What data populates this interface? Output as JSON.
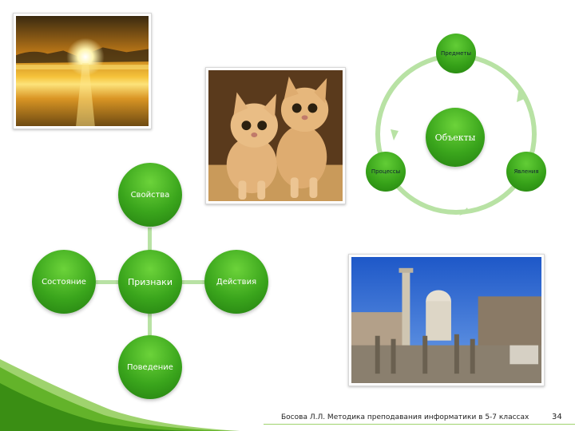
{
  "objects_cycle": {
    "center": "Объекты",
    "top": "Предметы",
    "left": "Процессы",
    "right": "Явления"
  },
  "features_diagram": {
    "center": "Признаки",
    "top": "Свойства",
    "left": "Состояние",
    "right": "Действия",
    "bottom": "Поведение"
  },
  "footer": {
    "credit": "Босова Л.Л. Методика преподавания информатики в 5-7 классах",
    "page_number": "34"
  },
  "colors": {
    "accent_green": "#3aa51c",
    "light_green": "#b8e2a4"
  }
}
